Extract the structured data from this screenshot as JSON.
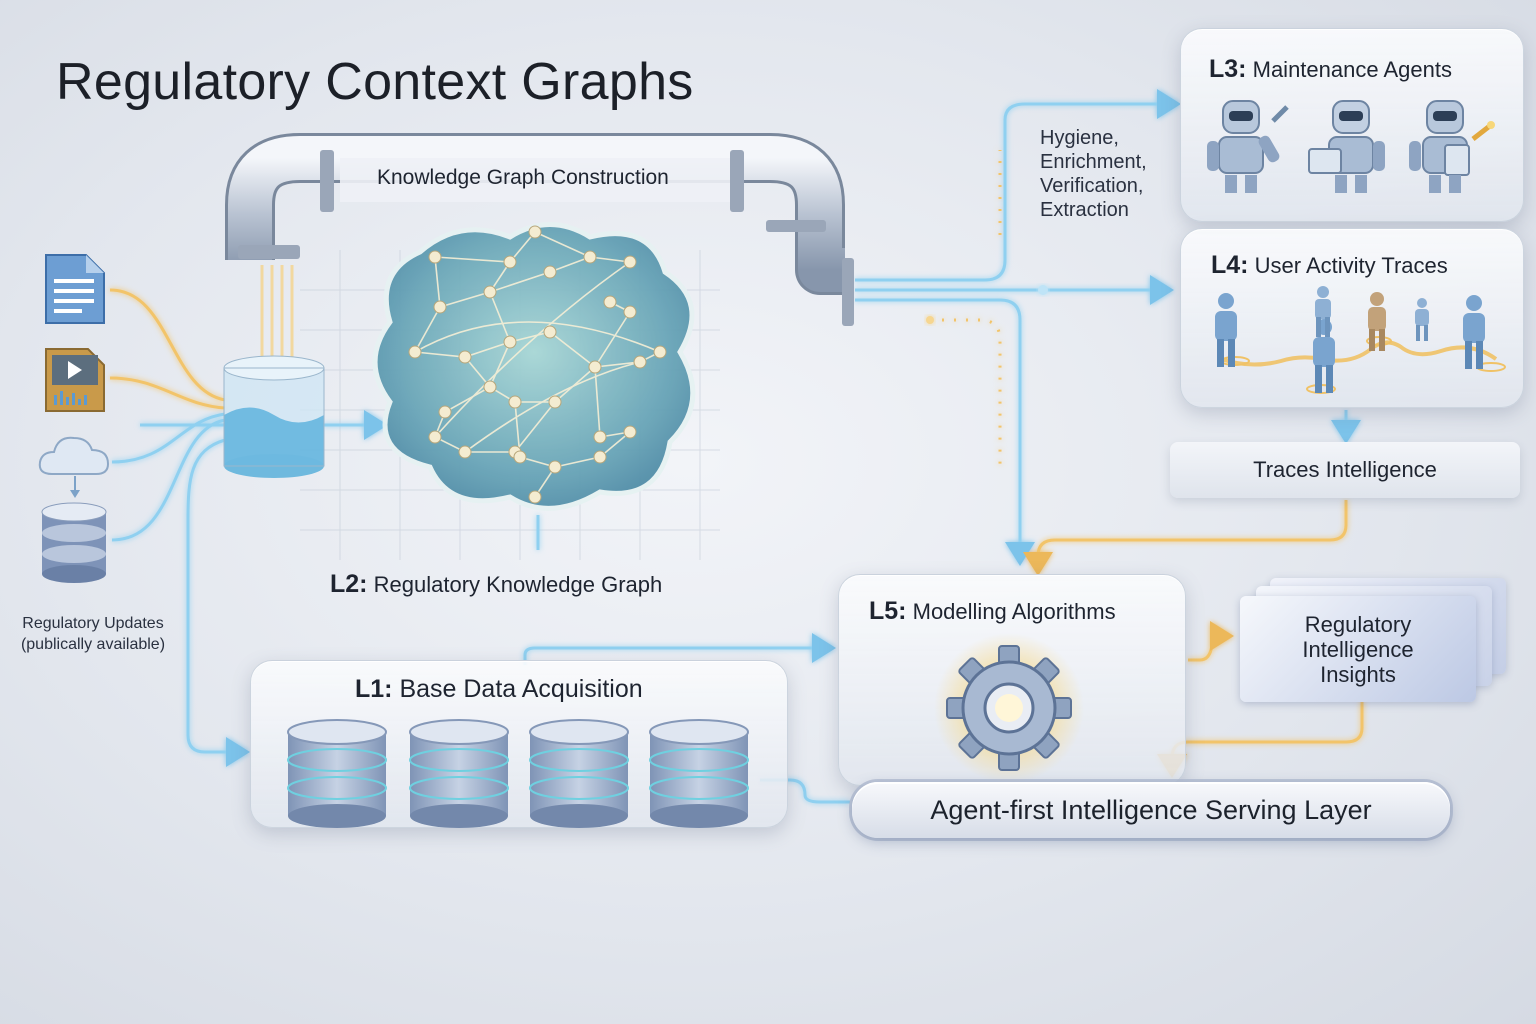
{
  "title": "Regulatory Context Graphs",
  "pipe_label": "Knowledge Graph Construction",
  "sources_label": [
    "Regulatory Updates",
    "(publically available)"
  ],
  "l1": {
    "code": "L1:",
    "name": "Base Data Acquisition"
  },
  "l2": {
    "code": "L2:",
    "name": "Regulatory Knowledge Graph"
  },
  "l3": {
    "code": "L3:",
    "name": "Maintenance Agents"
  },
  "l3_tasks": [
    "Hygiene,",
    "Enrichment,",
    "Verification,",
    "Extraction"
  ],
  "l4": {
    "code": "L4:",
    "name": "User Activity Traces"
  },
  "traces_label": "Traces Intelligence",
  "l5": {
    "code": "L5:",
    "name": "Modelling Algorithms"
  },
  "insights_label": [
    "Regulatory",
    "Intelligence",
    "Insights"
  ],
  "serving_label": "Agent-first Intelligence Serving Layer",
  "icons": [
    "document-icon",
    "video-file-icon",
    "cloud-icon",
    "database-icon",
    "water-tank-icon",
    "robot-icon",
    "person-icon",
    "gear-icon"
  ],
  "colors": {
    "glow_blue": "#8fd0f0",
    "glow_gold": "#f2c46a",
    "background": "#e3e7ee"
  }
}
